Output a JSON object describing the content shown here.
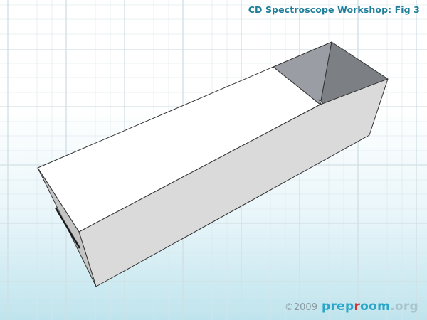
{
  "title": "CD Spectroscope Workshop: Fig 3",
  "footer": {
    "copyright": "©2009",
    "logo_prefix": "prep",
    "logo_accent": "r",
    "logo_mid": "oom",
    "logo_suffix": ".org"
  },
  "figure": {
    "subject": "open-ended rectangular box (spectroscope tube) with slit on end face",
    "colors": {
      "top_face": "#ffffff",
      "front_face": "#dadada",
      "end_face": "#c4c4c4",
      "opening_left": "#9a9ea4",
      "opening_right": "#7c8084",
      "outline": "#333333",
      "title": "#1f7f9a",
      "logo_blue": "#2aa6c8",
      "logo_red": "#d0333a"
    }
  }
}
